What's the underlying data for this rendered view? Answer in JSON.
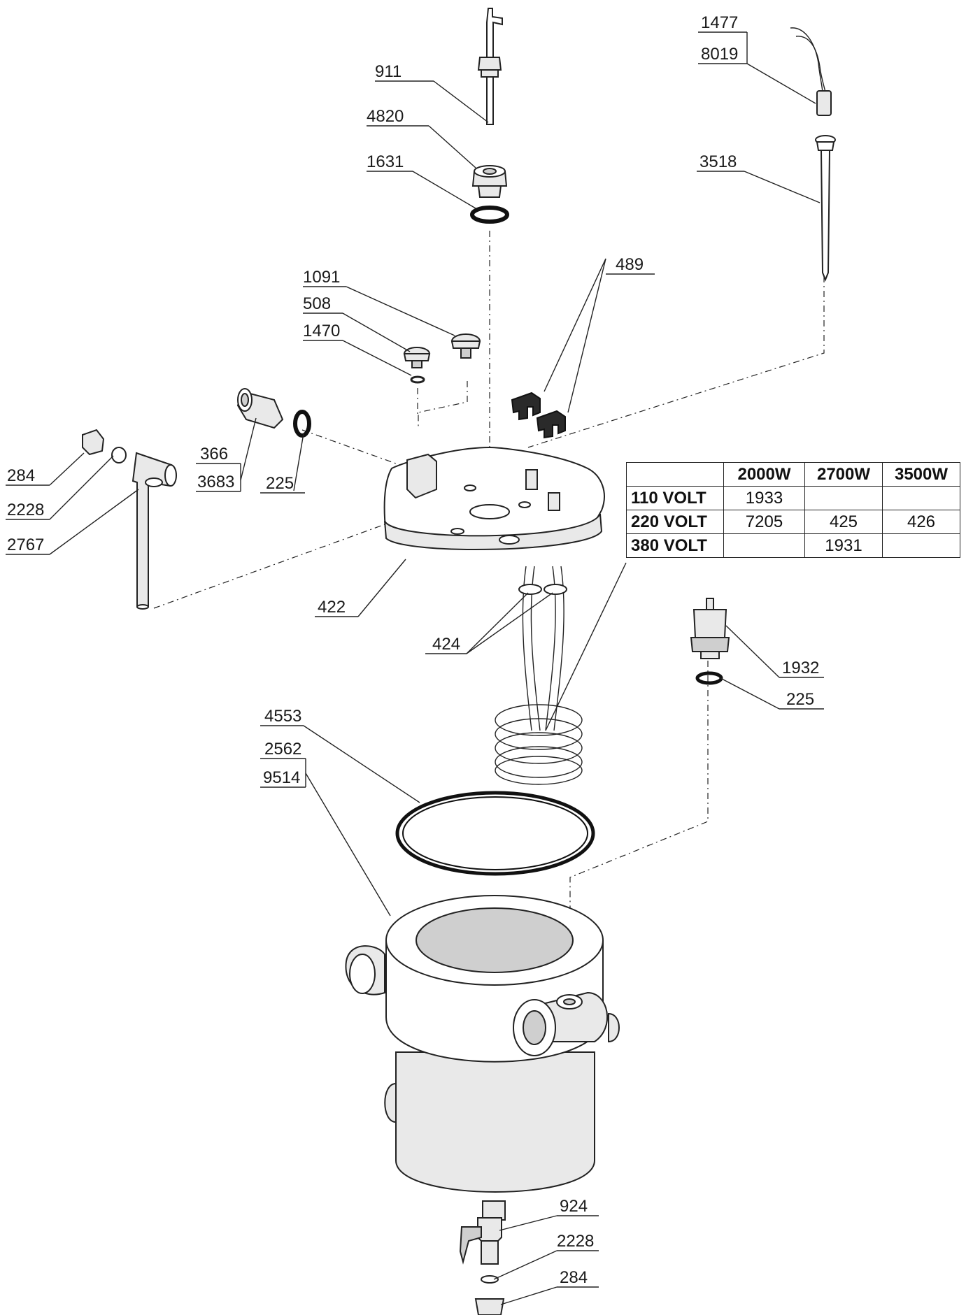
{
  "labels": {
    "l911": "911",
    "l4820": "4820",
    "l1631": "1631",
    "l1477": "1477",
    "l8019": "8019",
    "l3518": "3518",
    "l1091": "1091",
    "l508": "508",
    "l1470": "1470",
    "l489": "489",
    "l284a": "284",
    "l2228a": "2228",
    "l2767": "2767",
    "l366": "366",
    "l3683": "3683",
    "l225a": "225",
    "l422": "422",
    "l424": "424",
    "l1932": "1932",
    "l225b": "225",
    "l4553": "4553",
    "l2562": "2562",
    "l9514": "9514",
    "l924": "924",
    "l2228b": "2228",
    "l284b": "284"
  },
  "table": {
    "headers": [
      "",
      "2000W",
      "2700W",
      "3500W"
    ],
    "rows": [
      {
        "voltage": "110 VOLT",
        "c2000": "1933",
        "c2700": "",
        "c3500": ""
      },
      {
        "voltage": "220 VOLT",
        "c2000": "7205",
        "c2700": "425",
        "c3500": "426"
      },
      {
        "voltage": "380 VOLT",
        "c2000": "",
        "c2700": "1931",
        "c3500": ""
      }
    ]
  }
}
